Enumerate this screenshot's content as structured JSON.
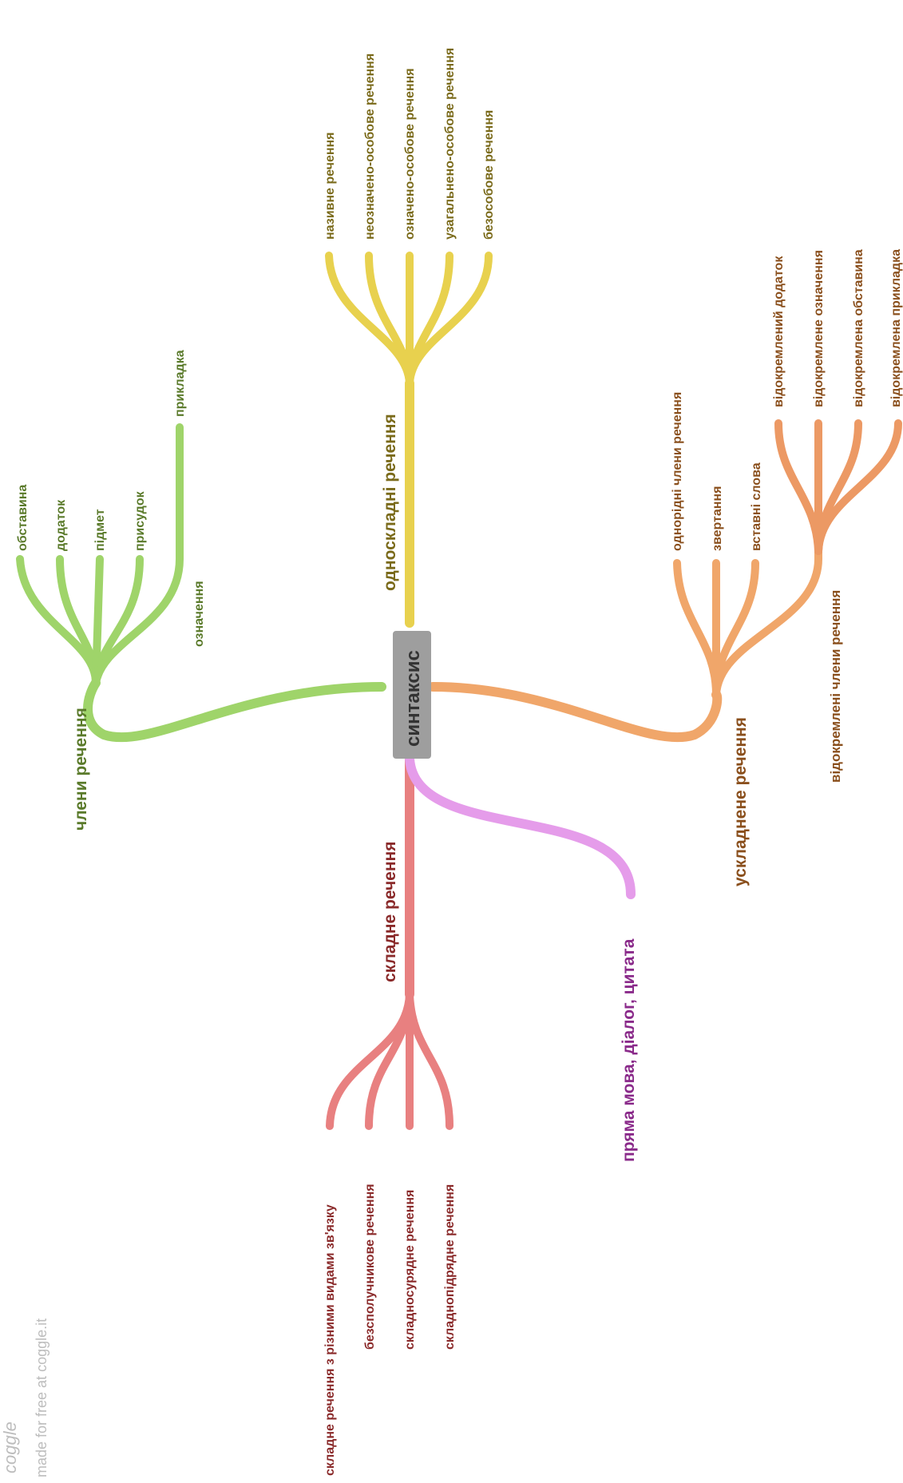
{
  "central": {
    "label": "синтаксис",
    "color": "#9e9e9e",
    "text_color": "#333333"
  },
  "branches": {
    "chleny": {
      "label": "члени речення",
      "color": "#9fd46a",
      "text_color": "#5a7a2a",
      "children": [
        "обставина",
        "додаток",
        "підмет",
        "присудок",
        "прикладка",
        "означення"
      ]
    },
    "odnoskladni": {
      "label": "односкладні речення",
      "color": "#e8d14e",
      "text_color": "#7a6a1a",
      "children": [
        "називне речення",
        "неозначено-особове речення",
        "означено-особове речення",
        "узагальнено-особове речення",
        "безособове речення"
      ]
    },
    "uskladnene": {
      "label": "ускладнене речення",
      "color": "#f0a66a",
      "text_color": "#8a4f1c",
      "children": [
        "однорідні члени речення",
        "звертання",
        "вставні слова"
      ],
      "sub": {
        "label": "відокремлені члени речення",
        "color": "#ec9964",
        "text_color": "#8a4f1c",
        "children": [
          "відокремлений додаток",
          "відокремлене означення",
          "відокремлена обставина",
          "відокремлена прикладка"
        ]
      }
    },
    "skladne": {
      "label": "складне речення",
      "color": "#e88080",
      "text_color": "#8a2a2a",
      "children": [
        "складне речення з різними видами зв'язку",
        "безсполучникове речення",
        "складносурядне речення",
        "складнопідрядне речення"
      ]
    },
    "priama": {
      "label": "пряма мова, діалог, цитата",
      "color": "#e59cea",
      "text_color": "#8a2a8a"
    }
  },
  "watermark": {
    "logo": "coggle",
    "text": "made for free at coggle.it"
  }
}
